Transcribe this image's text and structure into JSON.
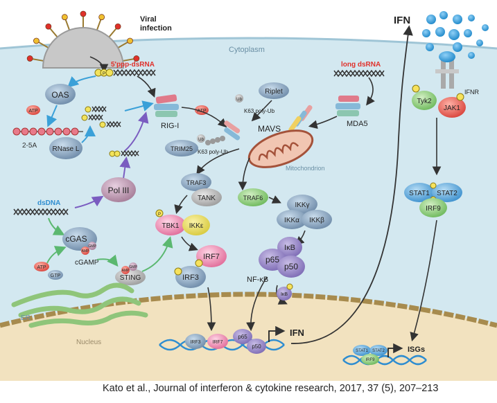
{
  "labels": {
    "viral_infection": [
      "Viral",
      "infection"
    ],
    "cytoplasm": "Cytoplasm",
    "ppp_dsrna": "5'ppp-dsRNA",
    "long_dsrna": "long dsRNA",
    "riplet": "Riplet",
    "k63_poly_ub_riplet": "K63 poly-Ub",
    "k63_poly_ub_trim25": "K63 poly-Ub",
    "ub": "Ub",
    "oas": "OAS",
    "atp": "ATP",
    "gtp": "GTP",
    "two_5a": "2-5A",
    "rnase_l": "RNase L",
    "rig_i": "RIG-I",
    "mavs": "MAVS",
    "mda5": "MDA5",
    "trim25": "TRIM25",
    "mitochondrion": "Mitochondrion",
    "pol_iii": "Pol III",
    "dsdna": "dsDNA",
    "cgas": "cGAS",
    "cgamp": "cGAMP",
    "gmp": "GMP",
    "amp": "AMP",
    "sting": "STING",
    "er": "ER",
    "traf3": "TRAF3",
    "tank": "TANK",
    "traf6": "TRAF6",
    "ikkg": "IKKγ",
    "ikka": "IKKα",
    "ikkb": "IKKβ",
    "tbk1": "TBK1",
    "ikke": "IKKε",
    "irf7": "IRF7",
    "irf3": "IRF3",
    "p65": "p65",
    "p50": "p50",
    "ikb": "IκB",
    "ikb_small": "IκB",
    "nfkb": "NF-κB",
    "nucleus": "Nucleus",
    "ifn_gene": "IFN",
    "ifn_top": "IFN",
    "ifnr": "IFNR",
    "tyk2": "Tyk2",
    "jak1": "JAK1",
    "stat1": "STAT1",
    "stat2": "STAT2",
    "irf9": "IRF9",
    "isgs": "ISGs",
    "p": "P"
  },
  "caption": "Kato et al., Journal of interferon & cytokine research, 2017, 37 (5), 207–213",
  "colors": {
    "cytoplasm": "#d3e8f0",
    "nucleus": "#f2e2bf",
    "membrane": "#a78b4e",
    "rna_red": "#e0302a",
    "dna_blue": "#2f8dd0",
    "arrow_blue": "#3aa0d8",
    "arrow_purple": "#7a5cc0",
    "arrow_green": "#5bb870",
    "ifn_drop": "#2c9ad8"
  }
}
